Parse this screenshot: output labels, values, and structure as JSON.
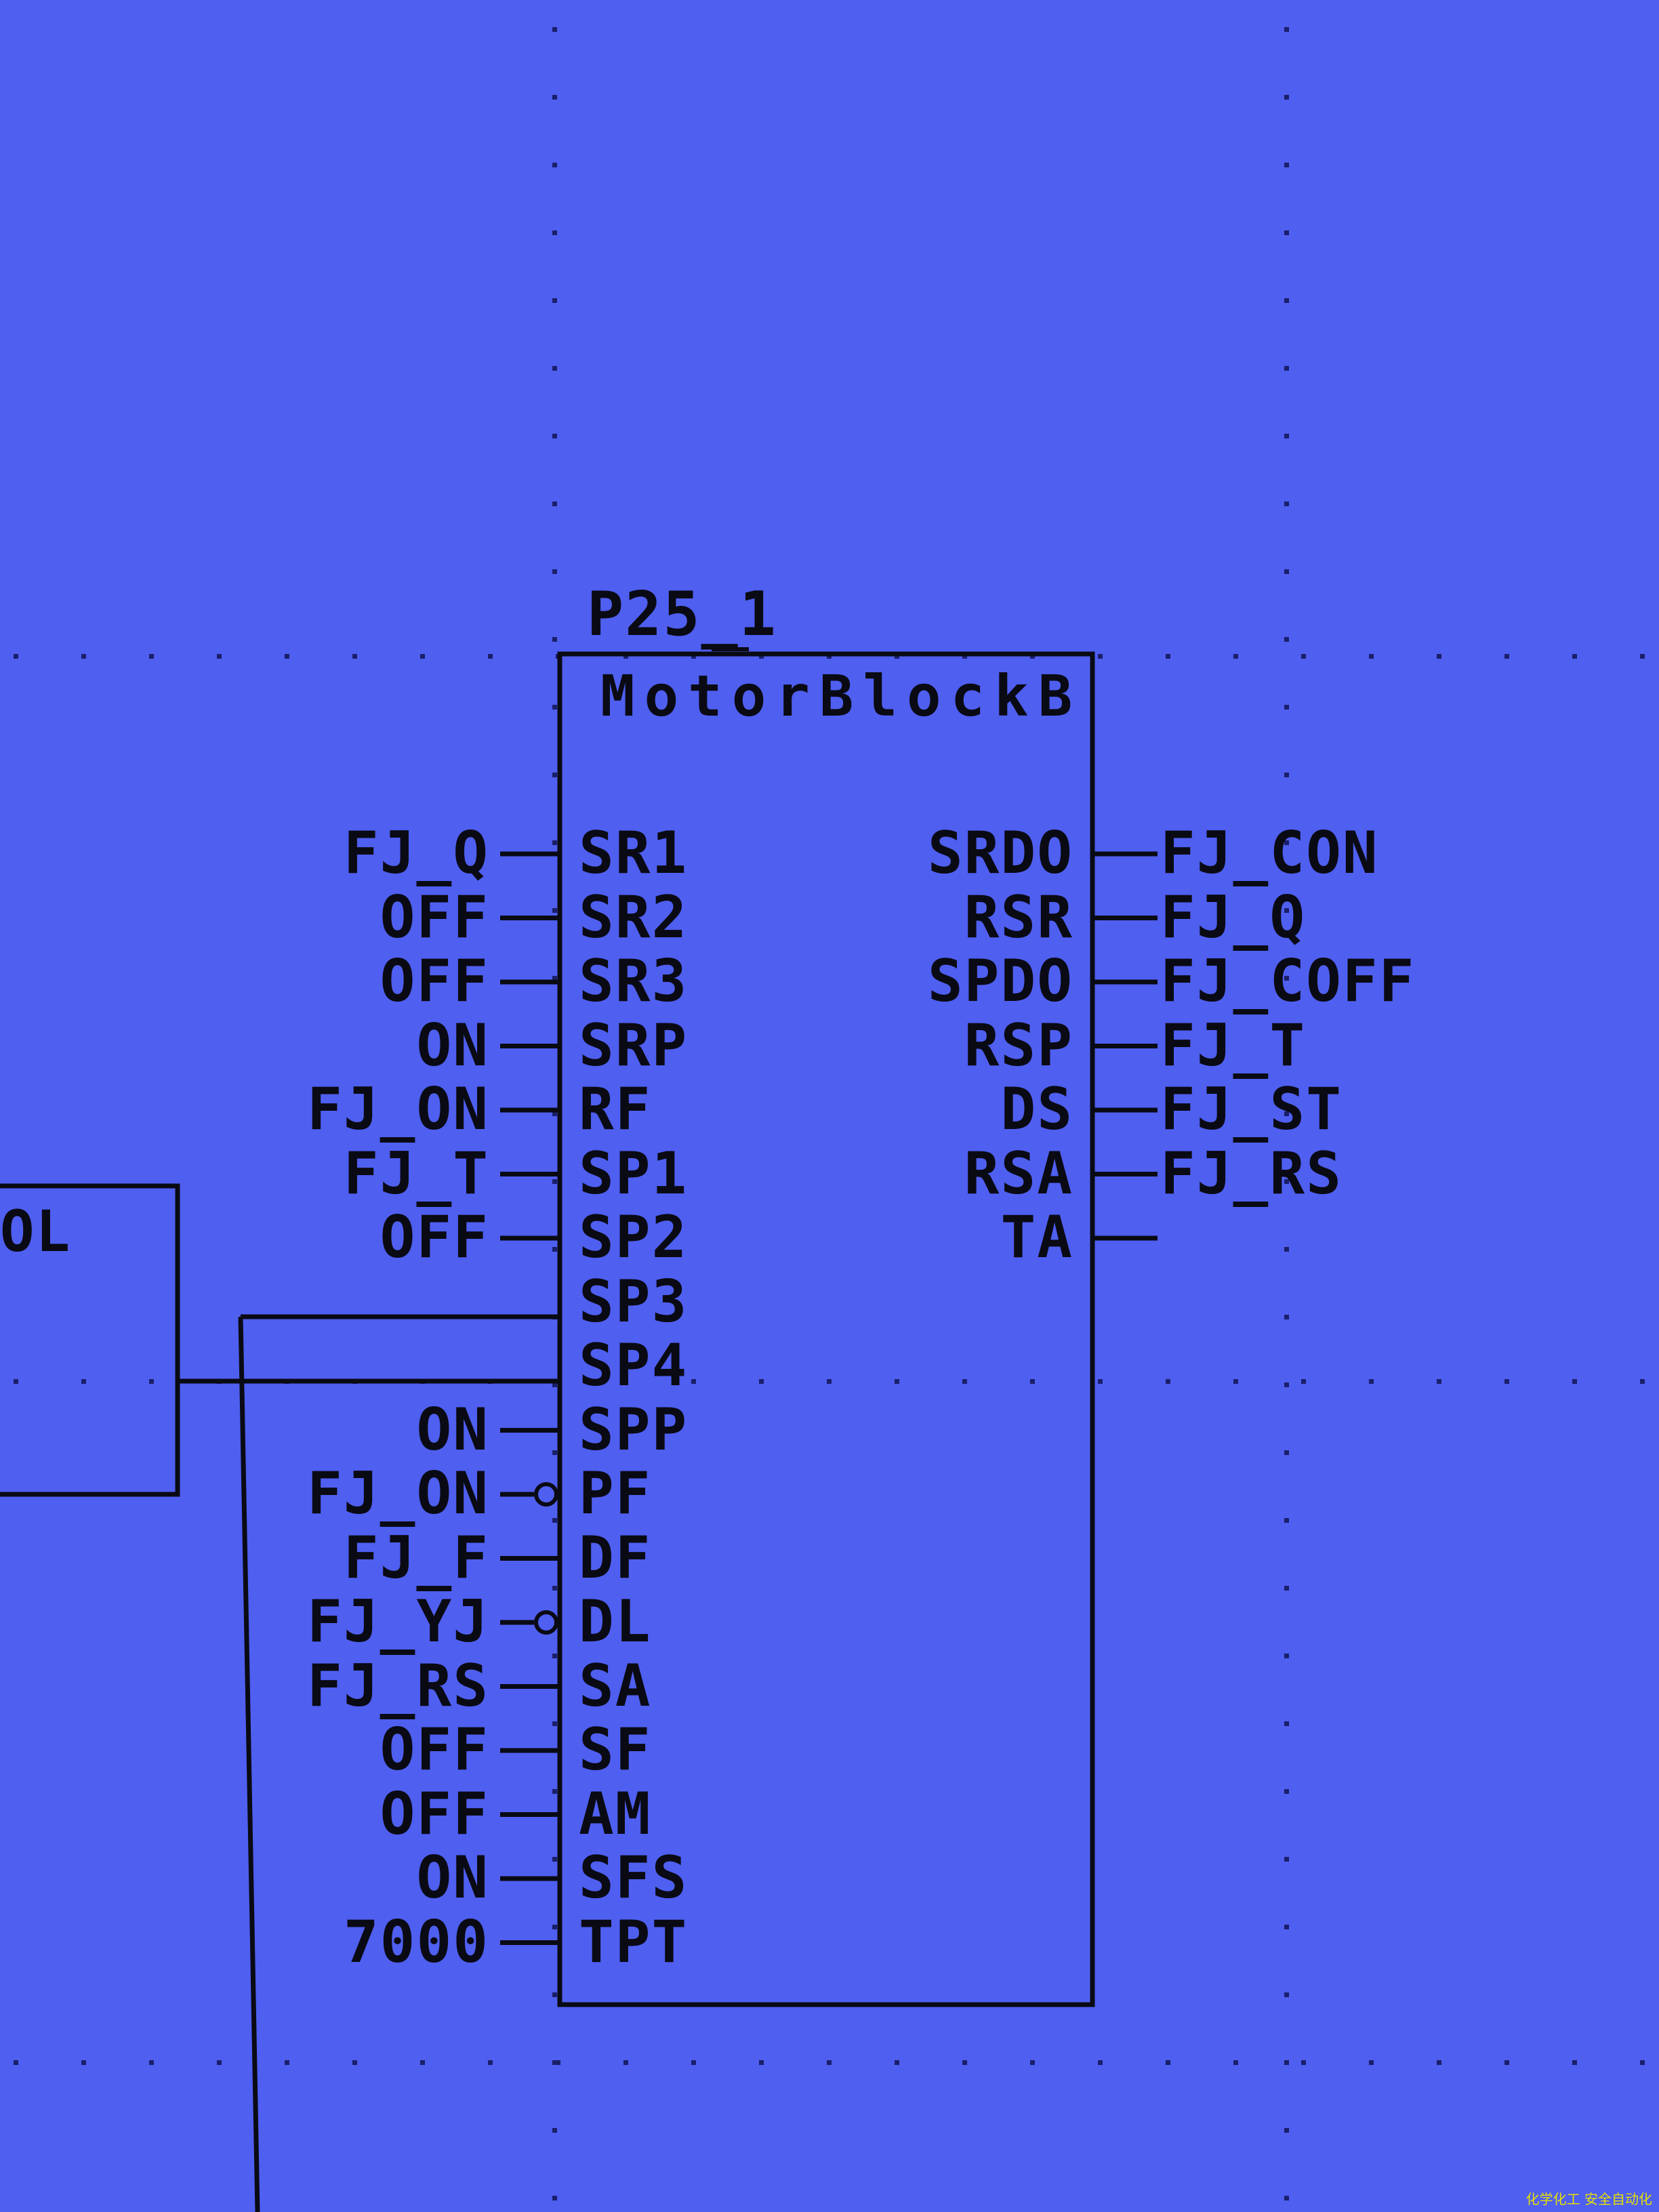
{
  "colors": {
    "background": "#4f5ff0",
    "ink": "#0a0a14",
    "grid_dot": "#1a1f6a",
    "watermark": "#e6e200"
  },
  "block": {
    "name": "P25_1",
    "type": "MotorBlockB",
    "input_pins": [
      "SR1",
      "SR2",
      "SR3",
      "SRP",
      "RF",
      "SP1",
      "SP2",
      "SP3",
      "SP4",
      "SPP",
      "PF",
      "DF",
      "DL",
      "SA",
      "SF",
      "AM",
      "SFS",
      "TPT"
    ],
    "inputs": [
      {
        "pin": "SR1",
        "source": "FJ_Q"
      },
      {
        "pin": "SR2",
        "source": "OFF"
      },
      {
        "pin": "SR3",
        "source": "OFF"
      },
      {
        "pin": "SRP",
        "source": "ON"
      },
      {
        "pin": "RF",
        "source": "FJ_ON"
      },
      {
        "pin": "SP1",
        "source": "FJ_T"
      },
      {
        "pin": "SP2",
        "source": "OFF"
      },
      {
        "pin": "SP3",
        "source": ""
      },
      {
        "pin": "SP4",
        "source": ""
      },
      {
        "pin": "SPP",
        "source": "ON"
      },
      {
        "pin": "PF",
        "source": "FJ_ON",
        "negated": true
      },
      {
        "pin": "DF",
        "source": "FJ_F"
      },
      {
        "pin": "DL",
        "source": "FJ_YJ",
        "negated": true
      },
      {
        "pin": "SA",
        "source": "FJ_RS"
      },
      {
        "pin": "SF",
        "source": "OFF"
      },
      {
        "pin": "AM",
        "source": "OFF"
      },
      {
        "pin": "SFS",
        "source": "ON"
      },
      {
        "pin": "TPT",
        "source": "7000"
      }
    ],
    "output_pins": [
      "SRDO",
      "RSR",
      "SPDO",
      "RSP",
      "DS",
      "RSA",
      "TA"
    ],
    "outputs": [
      {
        "pin": "SRDO",
        "target": "FJ_CON"
      },
      {
        "pin": "RSR",
        "target": "FJ_Q"
      },
      {
        "pin": "SPDO",
        "target": "FJ_COFF"
      },
      {
        "pin": "RSP",
        "target": "FJ_T"
      },
      {
        "pin": "DS",
        "target": "FJ_ST"
      },
      {
        "pin": "RSA",
        "target": "FJ_RS"
      },
      {
        "pin": "TA",
        "target": ""
      }
    ]
  },
  "left_block": {
    "label_fragment": "OL"
  },
  "watermark": "化学化工 安全自动化"
}
